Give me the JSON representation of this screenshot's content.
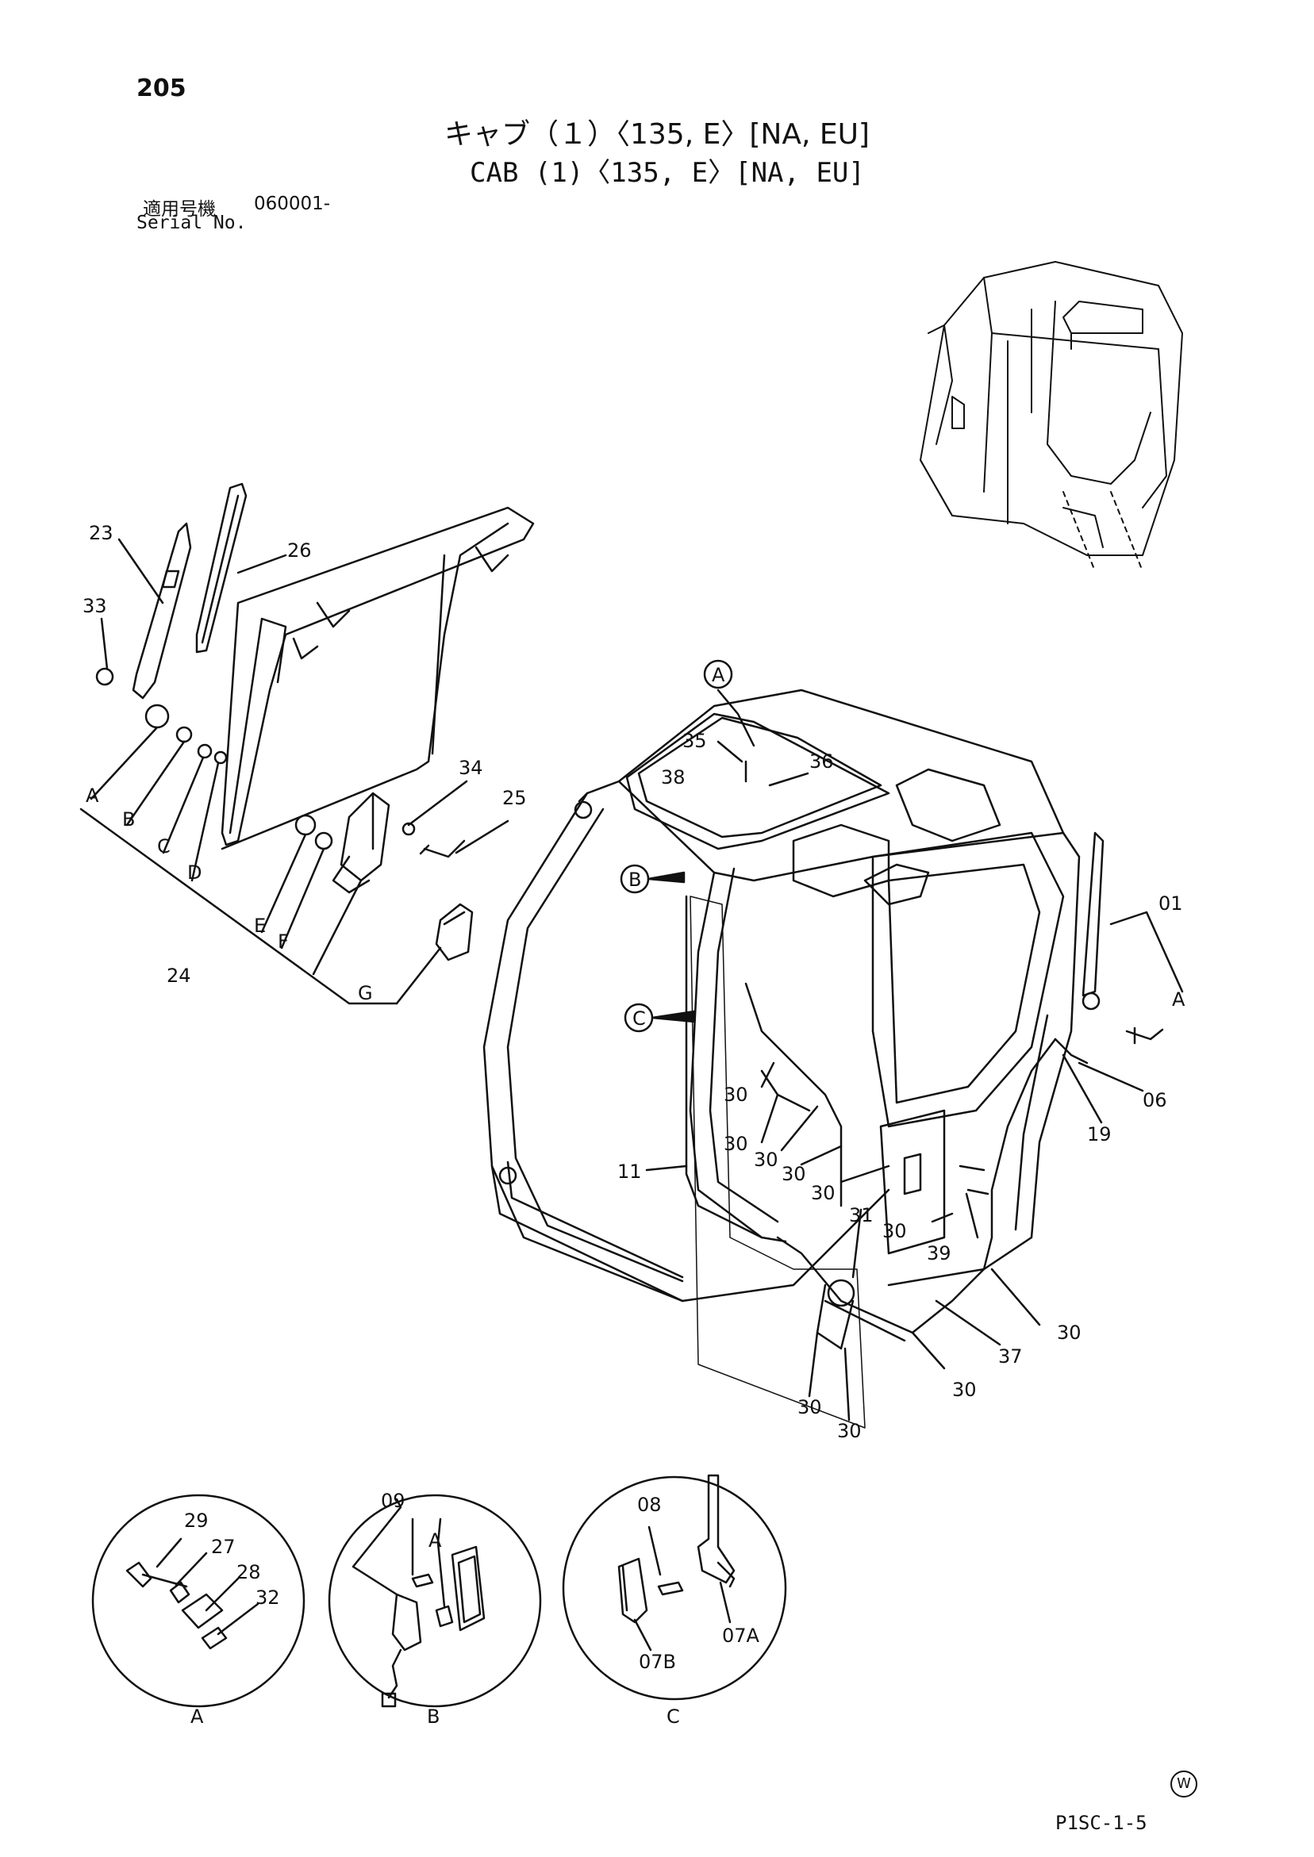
{
  "page_number": "205",
  "title_jp": "キャブ（１）〈135, E〉[NA, EU]",
  "title_en": "CAB (1)〈135, E〉[NA, EU]",
  "serial": {
    "label_jp": "適用号機",
    "value": "060001-",
    "label_en": "Serial No."
  },
  "drawing_code": "P1SC-1-5",
  "corner_mark": "W",
  "callouts": {
    "n23": "23",
    "n26": "26",
    "n33": "33",
    "n34": "34",
    "n25": "25",
    "n24": "24",
    "lA": "A",
    "lB": "B",
    "lC": "C",
    "lD": "D",
    "lE": "E",
    "lF": "F",
    "lG": "G",
    "n35": "35",
    "n36": "36",
    "n38": "38",
    "n01": "01",
    "n06": "06",
    "n19": "19",
    "n11": "11",
    "n31": "31",
    "n39": "39",
    "n37": "37",
    "n30": "30",
    "refA": "A",
    "refB": "B",
    "refC": "C",
    "refA2": "A"
  },
  "detail_a": {
    "title": "A",
    "n29": "29",
    "n27": "27",
    "n28": "28",
    "n32": "32"
  },
  "detail_b": {
    "title": "B",
    "n09": "09",
    "ref": "A"
  },
  "detail_c": {
    "title": "C",
    "n08": "08",
    "n07a": "07A",
    "n07b": "07B"
  }
}
